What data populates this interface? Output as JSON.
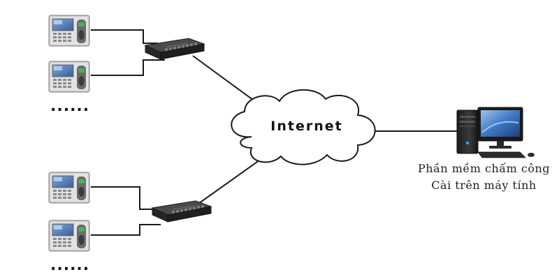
{
  "devices": {
    "top_group_ellipsis": "......",
    "bottom_group_ellipsis": "......"
  },
  "cloud": {
    "label": "Internet"
  },
  "computer": {
    "caption_line1": "Phần mềm chấm công",
    "caption_line2": "Cài trên máy tính"
  },
  "colors": {
    "line": "#1a1a1a",
    "switch_body": "#2e2e2e",
    "device_body": "#c9c9c9",
    "device_screen": "#5b7fb8",
    "monitor_screen": "#2a5fa8"
  }
}
